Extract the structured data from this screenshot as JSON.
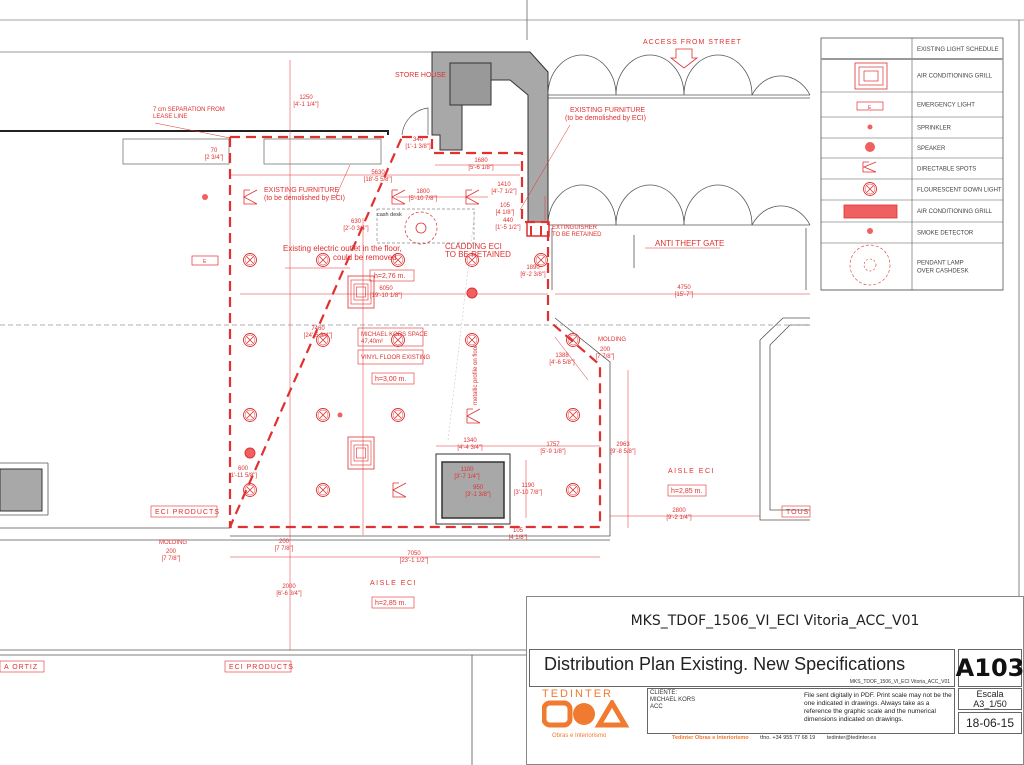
{
  "drawing": {
    "labels": {
      "access_from_street": "ACCESS FROM STREET",
      "store_house": "STORE HOUSE",
      "separation_line1": "7 cm SEPARATION FROM",
      "separation_line2": "LEASE LINE",
      "existing_furniture_right1": "EXISTING FURNITURE",
      "existing_furniture_right2": "(to be demolished by ECI)",
      "existing_furniture_left1": "EXISTING FURNITURE",
      "existing_furniture_left2": "(to be demolished by ECI)",
      "cash_desk": "cash desk",
      "electric_outlet1": "Existing electric outlet in the floor,",
      "electric_outlet2": "could be removed",
      "cladding1": "CLADDING ECI",
      "cladding2": "TO BE RETAINED",
      "extinguisher1": "EXTINGUISHER",
      "extinguisher2": "TO BE RETAINED",
      "anti_theft_gate": "ANTI THEFT GATE",
      "space_name": "MICHAEL KORS SPACE",
      "space_area": "47,40m²",
      "vinyl_floor": "VINYL FLOOR EXISTING",
      "height_1": "h=2,76 m.",
      "height_2": "h=3,00 m.",
      "height_aisle_right": "h=2,85 m.",
      "height_aisle_bottom": "h=2,85 m.",
      "metallic_profile": "metallic profile on floor",
      "molding_right": "MOLDING",
      "molding_left": "MOLDING",
      "aisle_eci_right": "AISLE ECI",
      "aisle_eci_bottom": "AISLE ECI",
      "eci_products_left": "ECI PRODUCTS",
      "eci_products_bottom": "ECI PRODUCTS",
      "tous": "TOUS",
      "ortiz": "A ORTIZ",
      "emergency_e": "E"
    },
    "dimensions": [
      {
        "id": "d1250",
        "mm": "1250",
        "imp": "[4'-1 1/4\"]"
      },
      {
        "id": "d70",
        "mm": "70",
        "imp": "[2 3/4\"]"
      },
      {
        "id": "d340",
        "mm": "340",
        "imp": "[1'-1 3/8\"]"
      },
      {
        "id": "d1680",
        "mm": "1680",
        "imp": "[5'-6 1/8\"]"
      },
      {
        "id": "d5630",
        "mm": "5630",
        "imp": "[18'-5 5/8\"]"
      },
      {
        "id": "d1800",
        "mm": "1800",
        "imp": "[5'-10 7/8\"]"
      },
      {
        "id": "d1410",
        "mm": "1410",
        "imp": "[4'-7 1/2\"]"
      },
      {
        "id": "d630",
        "mm": "630",
        "imp": "[2'-0 3/4\"]"
      },
      {
        "id": "d105",
        "mm": "105",
        "imp": "[4 1/8\"]"
      },
      {
        "id": "d440",
        "mm": "440",
        "imp": "[1'-5 1/2\"]"
      },
      {
        "id": "d1890",
        "mm": "1890",
        "imp": "[6'-2 3/8\"]"
      },
      {
        "id": "d6050",
        "mm": "6050",
        "imp": "[19'-10 1/8\"]"
      },
      {
        "id": "d4750",
        "mm": "4750",
        "imp": "[15'-7\"]"
      },
      {
        "id": "d7460",
        "mm": "7460",
        "imp": "[24'-5 3/4\"]"
      },
      {
        "id": "d1388",
        "mm": "1388",
        "imp": "[4'-6 5/8\"]"
      },
      {
        "id": "d200r",
        "mm": "200",
        "imp": "[7 7/8\"]"
      },
      {
        "id": "d2963",
        "mm": "2963",
        "imp": "[9'-8 5/8\"]"
      },
      {
        "id": "d1340",
        "mm": "1340",
        "imp": "[4'-4 3/4\"]"
      },
      {
        "id": "d1757",
        "mm": "1757",
        "imp": "[5'-9 1/8\"]"
      },
      {
        "id": "d1100",
        "mm": "1100",
        "imp": "[3'-7 1/4\"]"
      },
      {
        "id": "d950",
        "mm": "950",
        "imp": "[3'-1 3/8\"]"
      },
      {
        "id": "d1190",
        "mm": "1190",
        "imp": "[3'-10 7/8\"]"
      },
      {
        "id": "d600",
        "mm": "600",
        "imp": "[1'-11 5/8\"]"
      },
      {
        "id": "d2800",
        "mm": "2800",
        "imp": "[9'-2 1/4\"]"
      },
      {
        "id": "d105b",
        "mm": "105",
        "imp": "[4 1/8\"]"
      },
      {
        "id": "d200b",
        "mm": "200",
        "imp": "[7 7/8\"]"
      },
      {
        "id": "d200l",
        "mm": "200",
        "imp": "[7 7/8\"]"
      },
      {
        "id": "d7050",
        "mm": "7050",
        "imp": "[23'-1 1/2\"]"
      },
      {
        "id": "d2000",
        "mm": "2000",
        "imp": "[6'-6 3/4\"]"
      }
    ]
  },
  "legend": {
    "title": "EXISTING LIGHT SCHEDULE",
    "items": [
      {
        "icon": "air-conditioning-grill-square-icon",
        "label": "AIR CONDITIONING GRILL"
      },
      {
        "icon": "emergency-light-icon",
        "label": "EMERGENCY LIGHT",
        "glyph": "E"
      },
      {
        "icon": "sprinkler-icon",
        "label": "SPRINKLER"
      },
      {
        "icon": "speaker-icon",
        "label": "SPEAKER"
      },
      {
        "icon": "directable-spot-icon",
        "label": "DIRECTABLE SPOTS"
      },
      {
        "icon": "fluorescent-down-light-icon",
        "label": "FLOURESCENT DOWN LIGHT"
      },
      {
        "icon": "air-conditioning-grill-linear-icon",
        "label": "AIR CONDITIONING GRILL"
      },
      {
        "icon": "smoke-detector-icon",
        "label": "SMOKE DETECTOR"
      },
      {
        "icon": "pendant-lamp-icon",
        "label": "PENDANT LAMP",
        "label2": "OVER CASHDESK"
      }
    ]
  },
  "title_block": {
    "project_code": "MKS_TDOF_1506_VI_ECI Vitoria_ACC_V01",
    "title": "Distribution Plan Existing. New Specifications",
    "title_code": "MKS_TDOF_1506_VI_ECI Vitoria_ACC_V01",
    "sheet": "A103",
    "scale_label": "Escala",
    "scale_value": "A3_1/50",
    "date": "18-06-15",
    "company_name": "TEDINTER",
    "company_tagline": "Obras e Interiorismo",
    "client_label": "CLIENTE:",
    "client_name": "MICHAEL KORS",
    "client_sub": "ACC",
    "note": "File sent digitally in PDF. Print scale may not be the one indicated in drawings. Always take as a reference the graphic scale and the numerical dimensions indicated on drawings.",
    "footer_company": "Tedinter Obras e Interiorismo",
    "footer_phone": "tfno. +34 955 77 68 19",
    "footer_email": "tedinter@tedinter.es"
  },
  "colors": {
    "red": "#e03030",
    "gray_wall": "#a8a8a8",
    "orange": "#f07a30"
  }
}
